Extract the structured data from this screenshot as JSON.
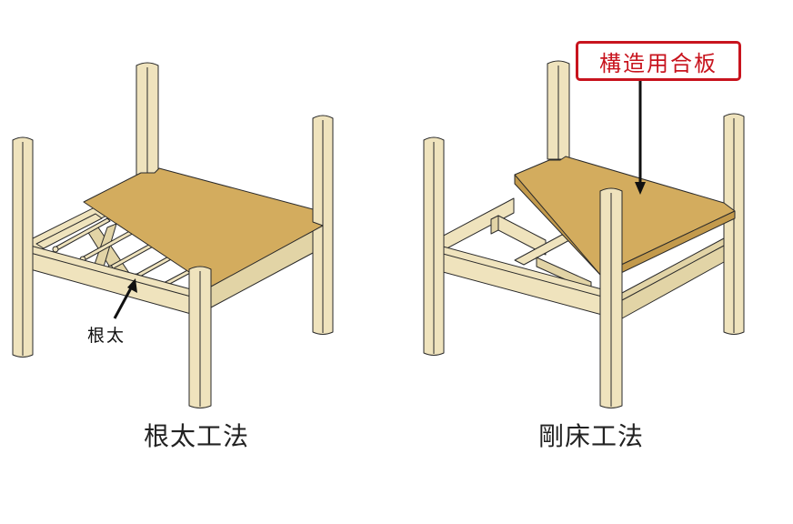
{
  "diagram": {
    "left": {
      "caption": "根太工法",
      "label_joist": "根太"
    },
    "right": {
      "caption": "剛床工法",
      "callout": "構造用合板"
    },
    "colors": {
      "wood": "#efe3bd",
      "wood_dark": "#dccd9c",
      "plywood": "#d3ac5e",
      "plywood_edge": "#bf9646",
      "outline": "#2a2a2a",
      "callout_red": "#c8141e"
    }
  }
}
